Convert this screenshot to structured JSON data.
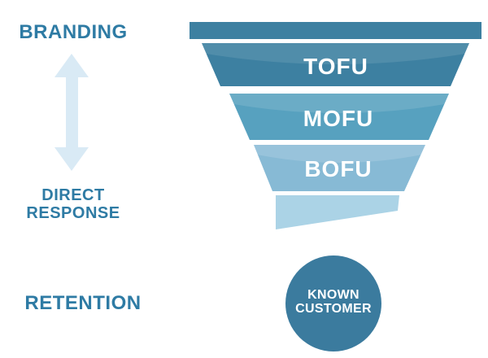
{
  "diagram": {
    "left_column": {
      "branding_label": "BRANDING",
      "direct_response_line1": "DIRECT",
      "direct_response_line2": "RESPONSE",
      "retention_label": "RETENTION"
    },
    "funnel": {
      "stages": [
        {
          "label": "TOFU"
        },
        {
          "label": "MOFU"
        },
        {
          "label": "BOFU"
        }
      ]
    },
    "known_customer": {
      "line1": "KNOWN",
      "line2": "CUSTOMER"
    },
    "icons": {
      "up_down_arrow": "up-down-arrow-icon"
    }
  },
  "colors": {
    "background": "#ffffff",
    "funnel_dark": "#3d80a1",
    "funnel_mid": "#57a1bf",
    "funnel_light": "#87bad5",
    "funnel_spout": "#abd3e6",
    "arrow": "#d9eaf5",
    "label_text": "#2e7ba4",
    "stage_text": "#ffffff",
    "circle": "#3b7b9e"
  }
}
